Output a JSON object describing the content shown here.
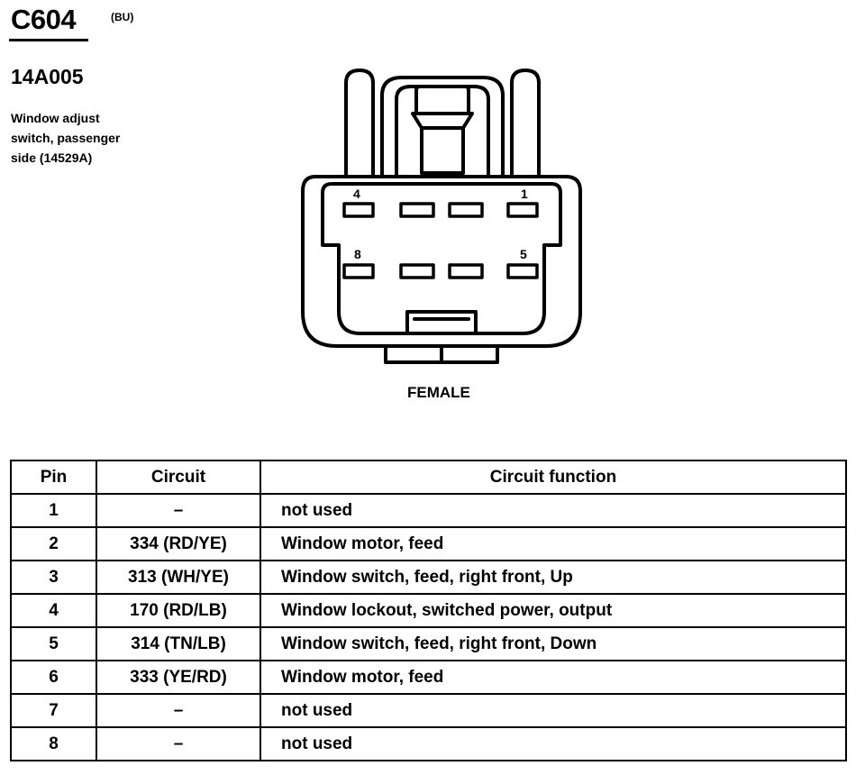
{
  "connector": {
    "id": "C604",
    "color_code": "(BU)",
    "part_number": "14A005",
    "description_lines": [
      "Window adjust",
      "switch, passenger",
      "side (14529A)"
    ],
    "gender_label": "FEMALE",
    "cavity_labels": {
      "top_left": "4",
      "top_right": "1",
      "bottom_left": "8",
      "bottom_right": "5"
    }
  },
  "pin_table": {
    "headers": {
      "pin": "Pin",
      "circuit": "Circuit",
      "function": "Circuit function"
    },
    "rows": [
      {
        "pin": "1",
        "circuit": "–",
        "function": "not used"
      },
      {
        "pin": "2",
        "circuit": "334 (RD/YE)",
        "function": "Window motor, feed"
      },
      {
        "pin": "3",
        "circuit": "313 (WH/YE)",
        "function": "Window switch, feed, right front, Up"
      },
      {
        "pin": "4",
        "circuit": "170 (RD/LB)",
        "function": "Window lockout, switched power, output"
      },
      {
        "pin": "5",
        "circuit": "314 (TN/LB)",
        "function": "Window switch, feed, right front, Down"
      },
      {
        "pin": "6",
        "circuit": "333 (YE/RD)",
        "function": "Window motor, feed"
      },
      {
        "pin": "7",
        "circuit": "–",
        "function": "not used"
      },
      {
        "pin": "8",
        "circuit": "–",
        "function": "not used"
      }
    ]
  }
}
